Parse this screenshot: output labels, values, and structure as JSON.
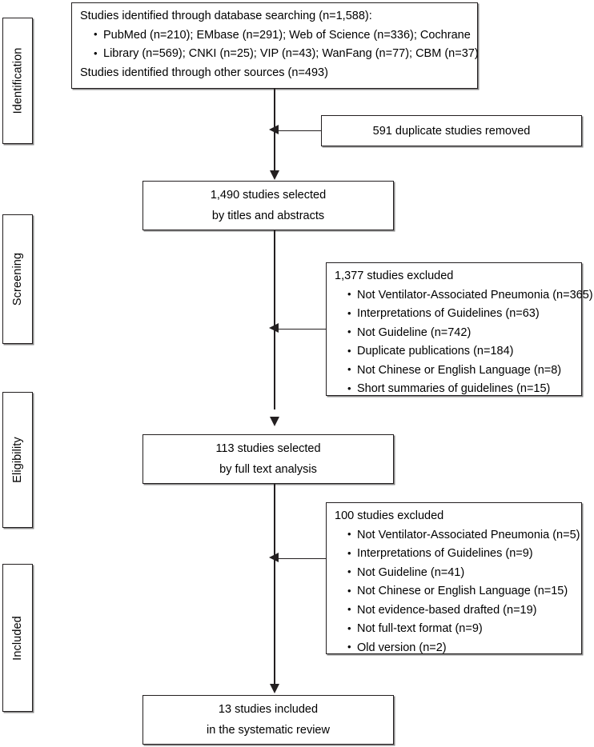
{
  "diagram": {
    "title": "PRISMA study selection flow diagram",
    "stages": [
      {
        "id": "identification",
        "label": "Identification"
      },
      {
        "id": "screening",
        "label": "Screening"
      },
      {
        "id": "eligibility",
        "label": "Eligibility"
      },
      {
        "id": "included",
        "label": "Included"
      }
    ],
    "records_identified": {
      "head": "Studies identified through database searching (n=1,588):",
      "sources": [
        "PubMed (n=210); EMbase (n=291); Web of Science (n=336); Cochrane",
        "Library (n=569); CNKI (n=25); VIP (n=43); WanFang (n=77); CBM (n=37)"
      ],
      "tail": "Studies identified through other sources (n=493)"
    },
    "duplicates_removed": {
      "label": "591 duplicate studies removed"
    },
    "screened": {
      "line1": "1,490 studies selected",
      "line2": "by titles and abstracts"
    },
    "excluded_screening": {
      "head": "1,377 studies excluded",
      "reasons": [
        "Not Ventilator-Associated Pneumonia (n=365)",
        "Interpretations of Guidelines (n=63)",
        "Not Guideline (n=742)",
        "Duplicate publications (n=184)",
        "Not Chinese or English Language (n=8)",
        "Short summaries of guidelines (n=15)"
      ]
    },
    "full_text_assessed": {
      "line1": "113 studies selected",
      "line2": "by full text analysis"
    },
    "excluded_fulltext": {
      "head": "100 studies excluded",
      "reasons": [
        "Not Ventilator-Associated Pneumonia (n=5)",
        "Interpretations of Guidelines (n=9)",
        "Not Guideline (n=41)",
        "Not Chinese or English Language (n=15)",
        "Not evidence-based drafted (n=19)",
        "Not full-text format (n=9)",
        "Old version (n=2)"
      ]
    },
    "included_final": {
      "line1": "13 studies included",
      "line2": "in the systematic review"
    },
    "colors": {
      "stroke": "#231f20",
      "background": "#ffffff",
      "text": "#000000"
    }
  }
}
